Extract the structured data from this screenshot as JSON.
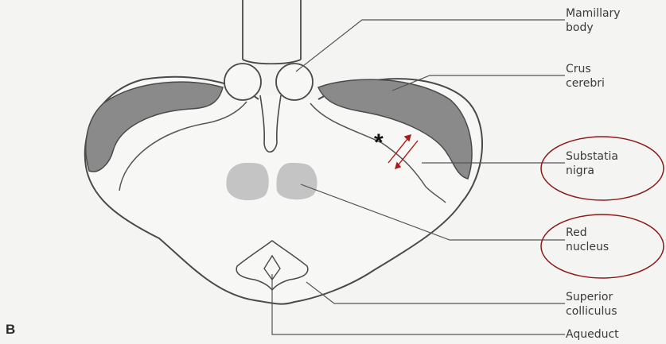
{
  "figure": {
    "panel_letter": "B",
    "marker": "*"
  },
  "labels": {
    "mamillary_body": {
      "line1": "Mamillary",
      "line2": "body"
    },
    "crus_cerebri": {
      "line1": "Crus",
      "line2": "cerebri"
    },
    "substantia_nigra": {
      "line1": "Substatia",
      "line2": "nigra"
    },
    "red_nucleus": {
      "line1": "Red",
      "line2": "nucleus"
    },
    "superior_colliculus": {
      "line1": "Superior",
      "line2": "colliculus"
    },
    "aqueduct": {
      "line1": "Aqueduct"
    }
  },
  "colors": {
    "outline": "#4a4a4a",
    "crus_fill": "#8a8a8a",
    "red_nucleus_fill": "#c4c4c4",
    "highlight_circle": "#8b1a1a",
    "arrow": "#b01818",
    "background": "#f4f4f2"
  }
}
